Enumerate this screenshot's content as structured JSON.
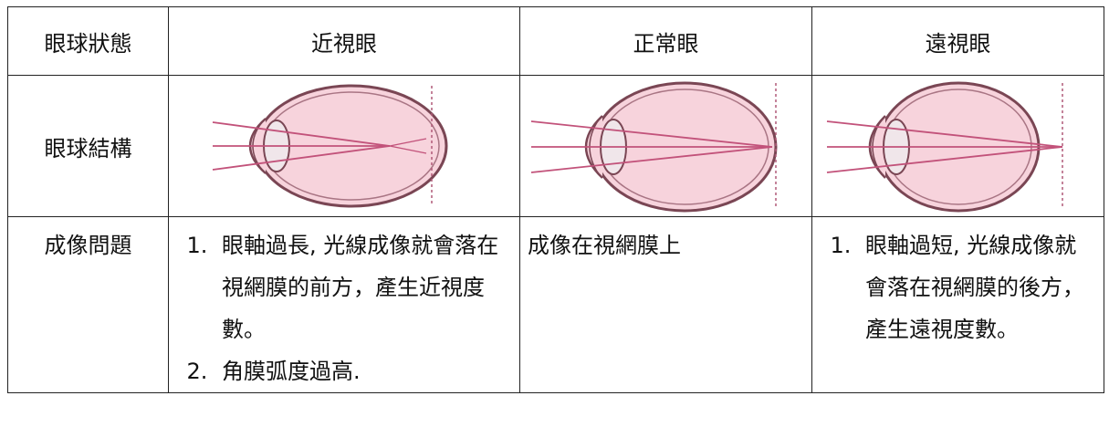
{
  "headers": [
    "眼球狀態",
    "近視眼",
    "正常眼",
    "遠視眼"
  ],
  "rows": {
    "structure_label": "眼球結構",
    "problem_label": "成像問題"
  },
  "myopia": {
    "items": [
      "眼軸過長, 光線成像就會落在視網膜的前方，產生近視度數。",
      "角膜弧度過高."
    ]
  },
  "normal": {
    "text": "成像在視網膜上"
  },
  "hyperopia": {
    "items": [
      "眼軸過短, 光線成像就會落在視網膜的後方，產生遠視度數。"
    ]
  },
  "colors": {
    "eye_fill": "#f7d3dc",
    "eye_stroke": "#7a4654",
    "rays": "#c2527a",
    "retina_line": "#b05a78"
  }
}
